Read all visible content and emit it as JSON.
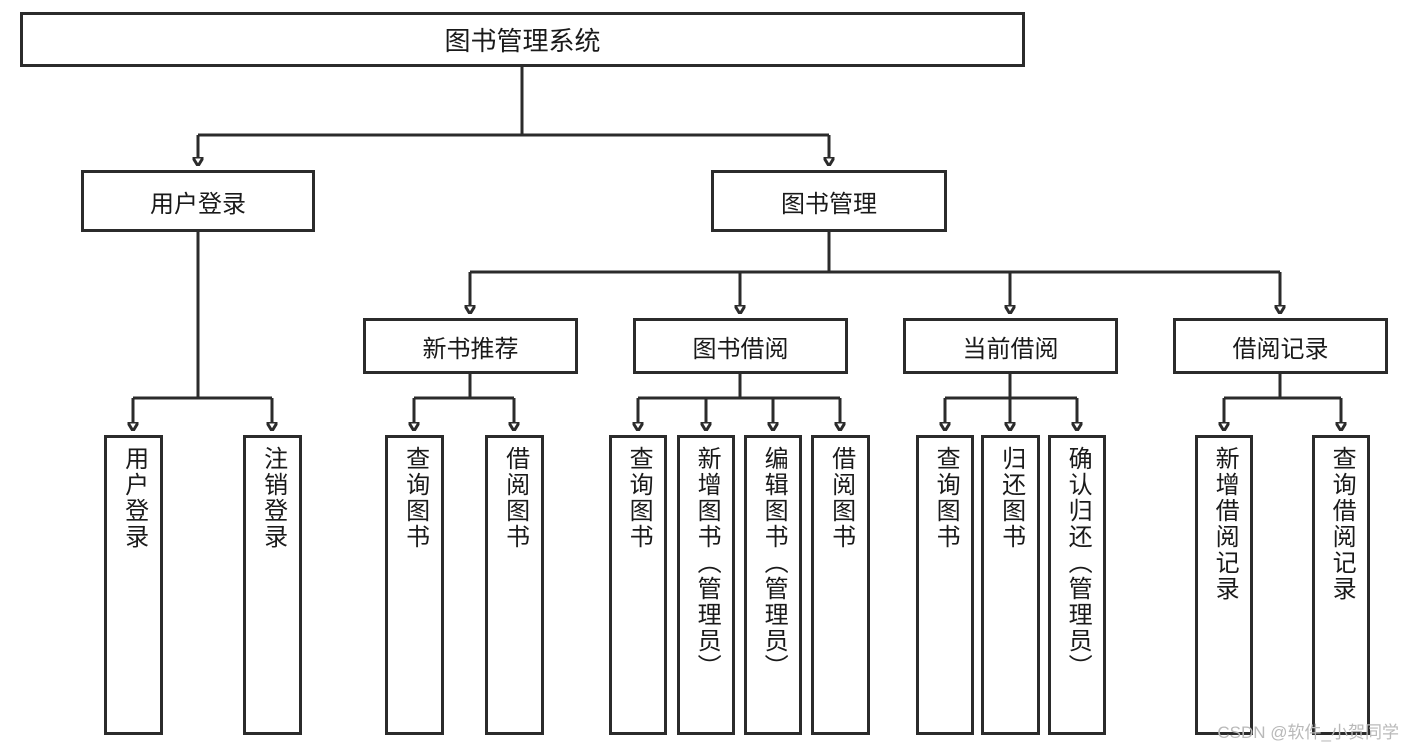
{
  "diagram": {
    "type": "tree-hierarchy-chart",
    "title": "图书管理系统",
    "root": {
      "id": "root",
      "label": "图书管理系统"
    },
    "level1": [
      {
        "id": "user-login",
        "label": "用户登录"
      },
      {
        "id": "book-manage",
        "label": "图书管理"
      }
    ],
    "level2": [
      {
        "id": "new-book-rec",
        "label": "新书推荐",
        "parent": "book-manage"
      },
      {
        "id": "book-borrow",
        "label": "图书借阅",
        "parent": "book-manage"
      },
      {
        "id": "current-borrow",
        "label": "当前借阅",
        "parent": "book-manage"
      },
      {
        "id": "borrow-record",
        "label": "借阅记录",
        "parent": "book-manage"
      }
    ],
    "leaves": [
      {
        "id": "leaf-user-login",
        "label": "用户登录",
        "parent": "user-login"
      },
      {
        "id": "leaf-logout",
        "label": "注销登录",
        "parent": "user-login"
      },
      {
        "id": "leaf-query-book-1",
        "label": "查询图书",
        "parent": "new-book-rec"
      },
      {
        "id": "leaf-borrow-book-1",
        "label": "借阅图书",
        "parent": "new-book-rec"
      },
      {
        "id": "leaf-query-book-2",
        "label": "查询图书",
        "parent": "book-borrow"
      },
      {
        "id": "leaf-add-book",
        "label": "新增图书（管理员）",
        "parent": "book-borrow"
      },
      {
        "id": "leaf-edit-book",
        "label": "编辑图书（管理员）",
        "parent": "book-borrow"
      },
      {
        "id": "leaf-borrow-book-2",
        "label": "借阅图书",
        "parent": "book-borrow"
      },
      {
        "id": "leaf-query-book-3",
        "label": "查询图书",
        "parent": "current-borrow"
      },
      {
        "id": "leaf-return-book",
        "label": "归还图书",
        "parent": "current-borrow"
      },
      {
        "id": "leaf-confirm-return",
        "label": "确认归还（管理员）",
        "parent": "current-borrow"
      },
      {
        "id": "leaf-add-record",
        "label": "新增借阅记录",
        "parent": "borrow-record"
      },
      {
        "id": "leaf-query-record",
        "label": "查询借阅记录",
        "parent": "borrow-record"
      }
    ],
    "colors": {
      "border": "#2b2b2b",
      "fill": "#ffffff",
      "text": "#1a1a1a",
      "watermark": "#b9b9b9"
    }
  },
  "watermark": {
    "text": "CSDN @软件_小贺同学"
  }
}
